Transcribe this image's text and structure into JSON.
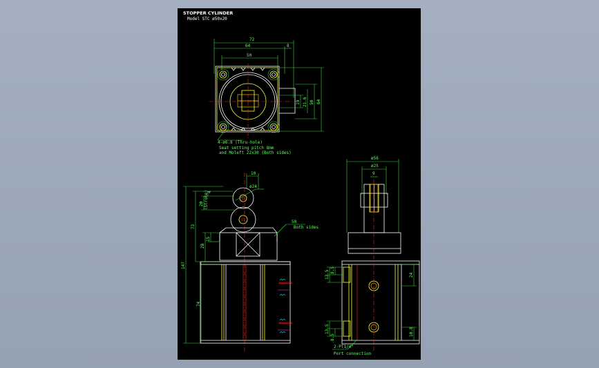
{
  "title": {
    "line1": "STOPPER CYLINDER",
    "line2": "Model STC ø50x20"
  },
  "top_view": {
    "dims": {
      "w72": "72",
      "w64": "64",
      "w50": "50",
      "w8": "8",
      "h19": "19",
      "h21": "21.6",
      "h50": "50",
      "h64": "64"
    },
    "notes": [
      "4-ø6.8 (Thru-hole)",
      "Seat setting pitch 8mm",
      "and Moleft 22x30 (Both sides)"
    ]
  },
  "front_view": {
    "dims": {
      "d10": "10",
      "d24": "ø24",
      "d4": "4",
      "d20": "20",
      "stroke": "(Stroke)",
      "d73": "73",
      "d15": "15",
      "d28": "28",
      "d147": "147",
      "d74": "74",
      "d50": "50",
      "both": "Both sides"
    }
  },
  "side_view": {
    "dims": {
      "d56": "ø56",
      "d25": "ø25",
      "d9": "9",
      "d24": "24",
      "d13a": "13.5",
      "d85a": "8.5",
      "d13b": "13.5",
      "d85b": "8.5",
      "d108": "10.8",
      "port1": "2-PT1/4\"",
      "port2": "Port connection"
    }
  },
  "colors": {
    "sheet": "#000000",
    "bg": "#9aa6b8",
    "green": "#3bd63b",
    "yellow": "#ffff40",
    "red": "#ff2a2a",
    "orange": "#ffb000",
    "cyan": "#00e5ff",
    "magenta": "#ff3cff"
  }
}
